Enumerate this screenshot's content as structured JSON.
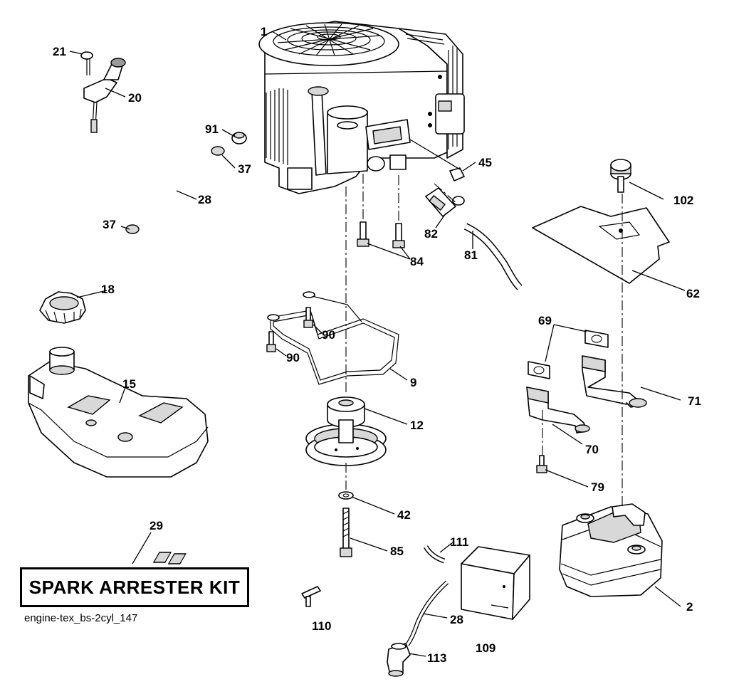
{
  "diagram": {
    "reference_code": "engine-tex_bs-2cyl_147",
    "kit_label": "SPARK ARRESTER KIT",
    "callouts": {
      "c1": "1",
      "c2": "2",
      "c9": "9",
      "c12": "12",
      "c15": "15",
      "c18": "18",
      "c20": "20",
      "c21": "21",
      "c28a": "28",
      "c28b": "28",
      "c29": "29",
      "c37a": "37",
      "c37b": "37",
      "c42": "42",
      "c45": "45",
      "c62": "62",
      "c69": "69",
      "c70": "70",
      "c71": "71",
      "c79": "79",
      "c81": "81",
      "c82": "82",
      "c84": "84",
      "c85": "85",
      "c90a": "90",
      "c90b": "90",
      "c91": "91",
      "c102": "102",
      "c109": "109",
      "c110": "110",
      "c111": "111",
      "c113": "113"
    }
  }
}
